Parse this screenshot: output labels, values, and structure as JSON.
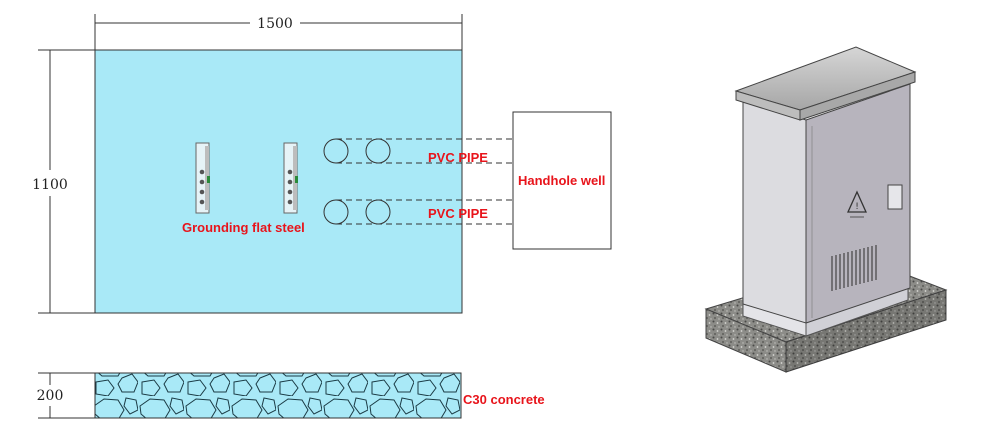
{
  "plan_view": {
    "dimensions": {
      "width": "1500",
      "height": "1100",
      "foundation_thickness": "200"
    },
    "labels": {
      "grounding": "Grounding flat steel",
      "pvc_pipe_top": "PVC PIPE",
      "pvc_pipe_bottom": "PVC PIPE",
      "handhole": "Handhole well",
      "concrete": "C30 concrete"
    }
  },
  "colors": {
    "slab_fill": "#a9e9f7",
    "label_red": "#e8141b",
    "cabinet_body": "#b9b9c0",
    "base_stone": "#8a8a86"
  },
  "icons": {
    "warning": "warning-triangle-icon"
  }
}
